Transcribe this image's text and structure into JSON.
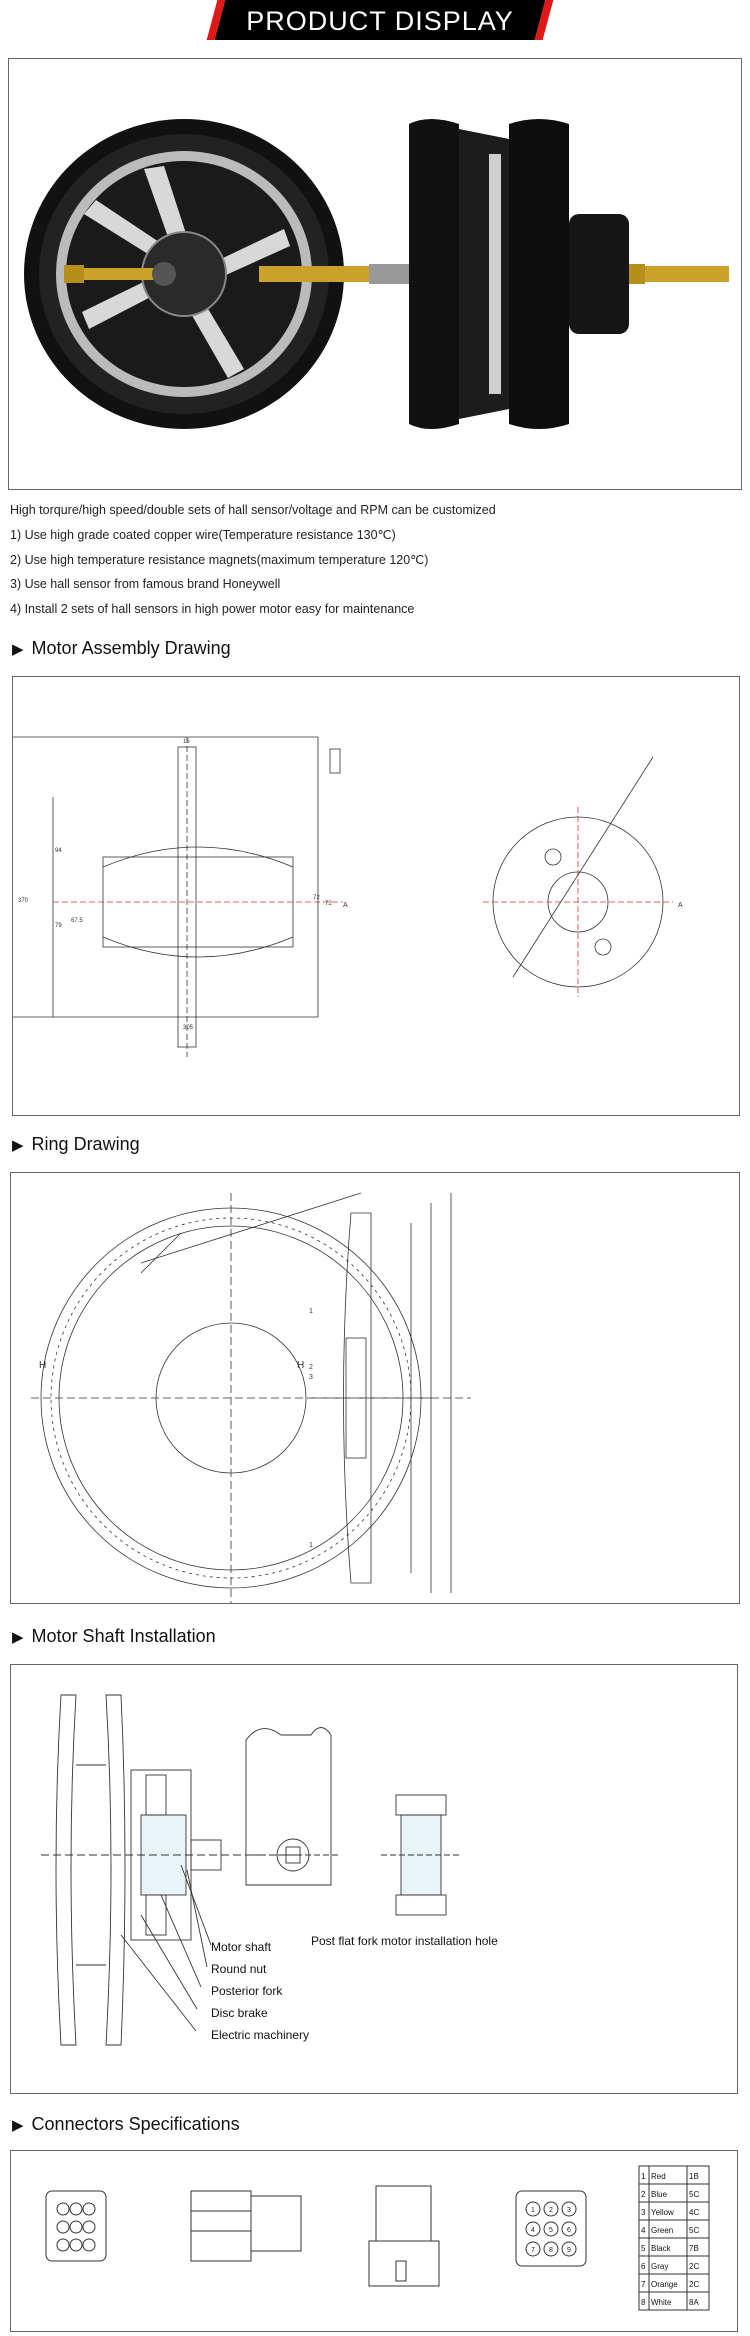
{
  "header": {
    "title": "PRODUCT DISPLAY"
  },
  "description": {
    "intro": "High torqure/high speed/double sets of hall sensor/voltage and RPM can be customized",
    "points": [
      "1) Use high grade coated copper wire(Temperature resistance 130℃)",
      "2) Use high temperature resistance magnets(maximum temperature 120℃)",
      "3) Use hall sensor from famous brand Honeywell",
      "4) Install 2 sets of hall sensors in high power motor easy for maintenance"
    ]
  },
  "sections": {
    "assembly": {
      "marker": "▶",
      "title": "Motor Assembly Drawing"
    },
    "ring": {
      "marker": "▶",
      "title": "Ring Drawing"
    },
    "shaft": {
      "marker": "▶",
      "title": "Motor Shaft Installation"
    },
    "connectors": {
      "marker": "▶",
      "title": "Connectors Specifications"
    }
  },
  "assembly_labels": {
    "d1": "16",
    "d2": "305",
    "d3": "72",
    "d4": "94",
    "d5": "79",
    "d6": "370",
    "d7": "67.5",
    "d8": "72",
    "a": "A",
    "a2": "A"
  },
  "ring_labels": {
    "h1": "H",
    "h2": "H",
    "n1": "1",
    "n2": "2",
    "n3": "3",
    "n4": "1"
  },
  "shaft_labels": {
    "motor_shaft": "Motor shaft",
    "round_nut": "Round nut",
    "posterior_fork": "Posterior fork",
    "disc_brake": "Disc brake",
    "electric_machinery": "Electric machinery",
    "flat_fork": "Post flat fork motor installation hole"
  },
  "connector_pins": {
    "pins": [
      {
        "num": "1",
        "color": "Red",
        "code": "1B"
      },
      {
        "num": "2",
        "color": "Blue",
        "code": "5C"
      },
      {
        "num": "3",
        "color": "Yellow",
        "code": "4C"
      },
      {
        "num": "4",
        "color": "Green",
        "code": "5C"
      },
      {
        "num": "5",
        "color": "Black",
        "code": "7B"
      },
      {
        "num": "6",
        "color": "Gray",
        "code": "2C"
      },
      {
        "num": "7",
        "color": "Orange",
        "code": "2C"
      },
      {
        "num": "8",
        "color": "White",
        "code": "8A"
      }
    ],
    "grid_numbers": [
      "1",
      "2",
      "3",
      "4",
      "5",
      "6",
      "7",
      "8",
      "9"
    ]
  },
  "colors": {
    "accent_red": "#e01818",
    "header_bg": "#000000"
  }
}
